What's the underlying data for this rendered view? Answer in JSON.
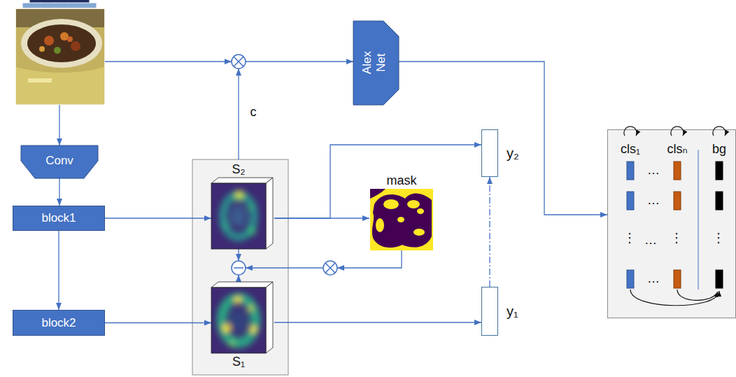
{
  "diagram": {
    "nodes": [
      {
        "text": [
          "Alex Net"
        ]
      },
      {
        "text": [
          "Conv"
        ]
      },
      {
        "text": [
          "block1"
        ]
      },
      {
        "text": [
          "S₂"
        ]
      },
      {
        "text": [
          "mask"
        ]
      },
      {
        "text": [
          "y₂"
        ]
      },
      {
        "text": [
          "cls₁",
          "clsₙ",
          "bg"
        ]
      },
      {
        "text": [
          "block2"
        ]
      },
      {
        "text": [
          "S₁"
        ]
      },
      {
        "text": [
          "y₁"
        ]
      }
    ],
    "edges": [
      {
        "from": 1,
        "to": 2,
        "arrow": "to"
      },
      {
        "from": 2,
        "to": 7,
        "arrow": "to"
      },
      {
        "from": 2,
        "to": 3,
        "arrow": "to"
      },
      {
        "from": 7,
        "to": 8,
        "arrow": "to"
      },
      {
        "from": 3,
        "to": 4,
        "arrow": "to"
      },
      {
        "from": 3,
        "to": 5,
        "arrow": "to"
      },
      {
        "from": 8,
        "to": 9,
        "arrow": "to"
      },
      {
        "from": 9,
        "to": 5,
        "arrow": "to"
      },
      {
        "from": 0,
        "to": 6,
        "arrow": "to"
      }
    ],
    "labels": [
      "c",
      "…",
      "…",
      "⋮",
      "…",
      "⋮",
      "⋮",
      "…"
    ]
  }
}
